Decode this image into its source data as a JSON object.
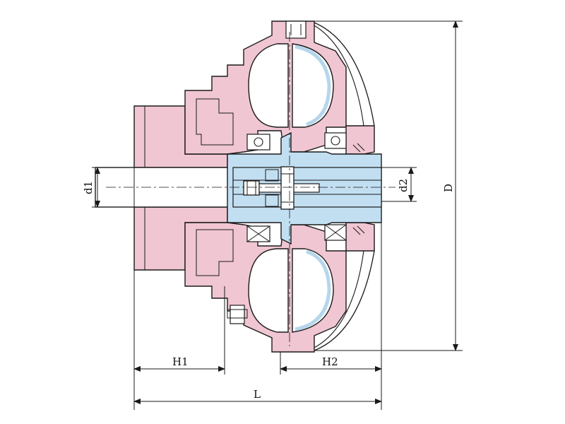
{
  "labels": {
    "d1": "d1",
    "d2": "d2",
    "D": "D",
    "H1": "H1",
    "H2": "H2",
    "L": "L"
  },
  "colors": {
    "housing": "#f0c6d2",
    "shaft": "#c2dff2",
    "hub_blue": "#b5d6ec",
    "outline": "#1a1a1a",
    "background": "#ffffff"
  }
}
